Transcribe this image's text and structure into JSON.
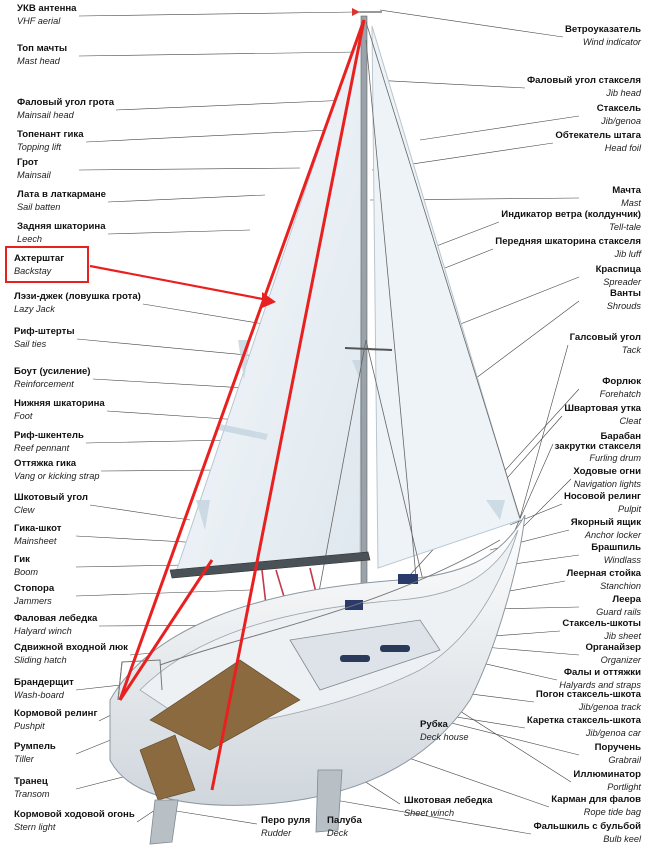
{
  "title": "",
  "colors": {
    "highlight": "#e8201f",
    "sail": "#e8f0f6",
    "deck": "#8a6a3e",
    "hull": "#f4f6f8"
  },
  "left_labels": [
    {
      "id": "vhf",
      "ru": "УКВ антенна",
      "en": "VHF aerial"
    },
    {
      "id": "masthead",
      "ru": "Топ мачты",
      "en": "Mast head"
    },
    {
      "id": "mainsail-head",
      "ru": "Фаловый угол грота",
      "en": "Mainsail head"
    },
    {
      "id": "topping-lift",
      "ru": "Топенант гика",
      "en": "Topping lift"
    },
    {
      "id": "mainsail",
      "ru": "Грот",
      "en": "Mainsail"
    },
    {
      "id": "sail-batten",
      "ru": "Лата в латкармане",
      "en": "Sail batten"
    },
    {
      "id": "leech",
      "ru": "Задняя шкаторина",
      "en": "Leech"
    },
    {
      "id": "backstay",
      "ru": "Ахтерштаг",
      "en": "Backstay"
    },
    {
      "id": "lazy-jack",
      "ru": "Лэзи-джек (ловушка грота)",
      "en": "Lazy Jack"
    },
    {
      "id": "sail-ties",
      "ru": "Риф-штерты",
      "en": "Sail ties"
    },
    {
      "id": "reinforcement",
      "ru": "Боут (усиление)",
      "en": "Reinforcement"
    },
    {
      "id": "foot",
      "ru": "Нижняя шкаторина",
      "en": "Foot"
    },
    {
      "id": "reef-pennant",
      "ru": "Риф-шкентель",
      "en": "Reef pennant"
    },
    {
      "id": "vang",
      "ru": "Оттяжка гика",
      "en": "Vang or kicking strap"
    },
    {
      "id": "clew",
      "ru": "Шкотовый угол",
      "en": "Clew"
    },
    {
      "id": "mainsheet",
      "ru": "Гика-шкот",
      "en": "Mainsheet"
    },
    {
      "id": "boom",
      "ru": "Гик",
      "en": "Boom"
    },
    {
      "id": "jammers",
      "ru": "Стопора",
      "en": "Jammers"
    },
    {
      "id": "halyard-winch",
      "ru": "Фаловая лебедка",
      "en": "Halyard winch"
    },
    {
      "id": "sliding-hatch",
      "ru": "Сдвижной входной люк",
      "en": "Sliding hatch"
    },
    {
      "id": "wash-board",
      "ru": "Брандерщит",
      "en": "Wash-board"
    },
    {
      "id": "pushpit",
      "ru": "Кормовой релинг",
      "en": "Pushpit"
    },
    {
      "id": "tiller",
      "ru": "Румпель",
      "en": "Tiller"
    },
    {
      "id": "transom",
      "ru": "Транец",
      "en": "Transom"
    },
    {
      "id": "stern-light",
      "ru": "Кормовой ходовой огонь",
      "en": "Stern light"
    }
  ],
  "right_labels": [
    {
      "id": "wind-indicator",
      "ru": "Ветроуказатель",
      "en": "Wind indicator"
    },
    {
      "id": "jib-head",
      "ru": "Фаловый угол стакселя",
      "en": "Jib head"
    },
    {
      "id": "jib",
      "ru": "Стаксель",
      "en": "Jib/genoa"
    },
    {
      "id": "head-foil",
      "ru": "Обтекатель штага",
      "en": "Head foil"
    },
    {
      "id": "mast",
      "ru": "Мачта",
      "en": "Mast"
    },
    {
      "id": "tell-tale",
      "ru": "Индикатор ветра (колдунчик)",
      "en": "Tell-tale"
    },
    {
      "id": "jib-luff",
      "ru": "Передняя шкаторина стакселя",
      "en": "Jib luff"
    },
    {
      "id": "spreader",
      "ru": "Краспица",
      "en": "Spreader"
    },
    {
      "id": "shrouds",
      "ru": "Ванты",
      "en": "Shrouds"
    },
    {
      "id": "tack",
      "ru": "Галсовый угол",
      "en": "Tack"
    },
    {
      "id": "forehatch",
      "ru": "Форлюк",
      "en": "Forehatch"
    },
    {
      "id": "cleat",
      "ru": "Швартовая утка",
      "en": "Cleat"
    },
    {
      "id": "furling-drum",
      "ru": "Барабан\nзакрутки стакселя",
      "en": "Furling drum"
    },
    {
      "id": "navigation-lights",
      "ru": "Ходовые огни",
      "en": "Navigation lights"
    },
    {
      "id": "pulpit",
      "ru": "Носовой релинг",
      "en": "Pulpit"
    },
    {
      "id": "anchor-locker",
      "ru": "Якорный ящик",
      "en": "Anchor locker"
    },
    {
      "id": "windlass",
      "ru": "Брашпиль",
      "en": "Windlass"
    },
    {
      "id": "stanchion",
      "ru": "Леерная стойка",
      "en": "Stanchion"
    },
    {
      "id": "guard-rails",
      "ru": "Леера",
      "en": "Guard rails"
    },
    {
      "id": "jib-sheet",
      "ru": "Стаксель-шкоты",
      "en": "Jib sheet"
    },
    {
      "id": "organizer",
      "ru": "Органайзер",
      "en": "Organizer"
    },
    {
      "id": "halyards",
      "ru": "Фалы и оттяжки",
      "en": "Halyards and straps"
    },
    {
      "id": "jib-track",
      "ru": "Погон стаксель-шкота",
      "en": "Jib/genoa track"
    },
    {
      "id": "jib-car",
      "ru": "Каретка стаксель-шкота",
      "en": "Jib/genoa car"
    },
    {
      "id": "grabrail",
      "ru": "Поручень",
      "en": "Grabrail"
    },
    {
      "id": "portlight",
      "ru": "Иллюминатор",
      "en": "Portlight"
    },
    {
      "id": "rope-tide-bag",
      "ru": "Карман для фалов",
      "en": "Rope tide bag"
    },
    {
      "id": "bulb-keel",
      "ru": "Фальшкиль с бульбой",
      "en": "Bulb keel"
    }
  ],
  "bottom_labels": [
    {
      "id": "rudder",
      "ru": "Перо руля",
      "en": "Rudder"
    },
    {
      "id": "deck",
      "ru": "Палуба",
      "en": "Deck"
    },
    {
      "id": "deck-house",
      "ru": "Рубка",
      "en": "Deck house"
    },
    {
      "id": "sheet-winch",
      "ru": "Шкотовая лебедка",
      "en": "Sheet winch"
    }
  ]
}
